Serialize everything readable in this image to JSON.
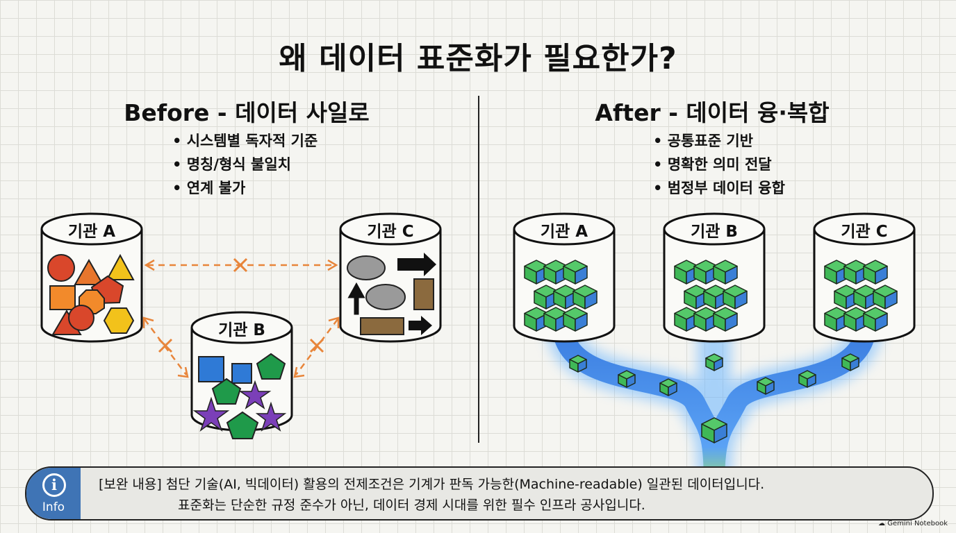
{
  "title": "왜 데이터 표준화가 필요한가?",
  "before": {
    "heading": "Before - 데이터 사일로",
    "bullets": [
      "시스템별 독자적 기준",
      "명칭/형식 불일치",
      "연계 불가"
    ],
    "silos": [
      "기관 A",
      "기관 B",
      "기관 C"
    ]
  },
  "after": {
    "heading": "After - 데이터 융·복합",
    "bullets": [
      "공통표준 기반",
      "명확한 의미 전달",
      "범정부 데이터 융합"
    ],
    "silos": [
      "기관 A",
      "기관 B",
      "기관 C"
    ]
  },
  "colors": {
    "orange_dashed": "#e8853a",
    "cube_green": "#3fb857",
    "cube_blue": "#3a7fd6",
    "pipe_blue": "#4a8ff0",
    "info_blue": "#3f74b5"
  },
  "info": {
    "icon": "info-icon",
    "label": "Info",
    "line1": "[보완 내용] 첨단 기술(AI, 빅데이터) 활용의 전제조건은 기계가 판독 가능한(Machine-readable) 일관된 데이터입니다.",
    "line2": "표준화는 단순한 규정 준수가 아닌, 데이터 경제 시대를 위한 필수 인프라 공사입니다."
  },
  "watermark": "Gemini Notebook"
}
